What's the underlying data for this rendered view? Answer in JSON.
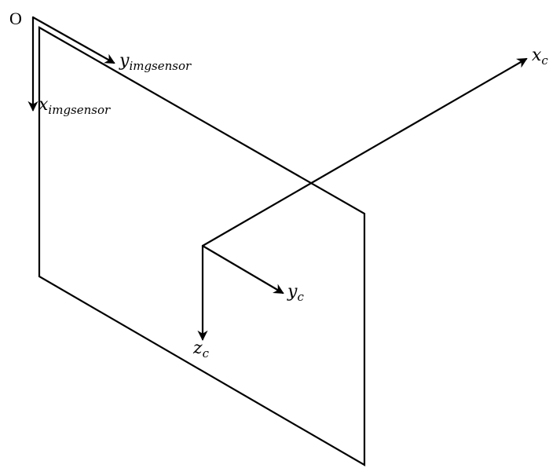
{
  "origin_label": "O",
  "axes": {
    "y_imgsensor": {
      "main": "y",
      "sub": "imgsensor"
    },
    "x_imgsensor": {
      "main": "x",
      "sub": "imgsensor"
    },
    "x_c": {
      "main": "x",
      "sub": "c"
    },
    "y_c": {
      "main": "y",
      "sub": "c"
    },
    "z_c": {
      "main": "z",
      "sub": "c"
    }
  }
}
